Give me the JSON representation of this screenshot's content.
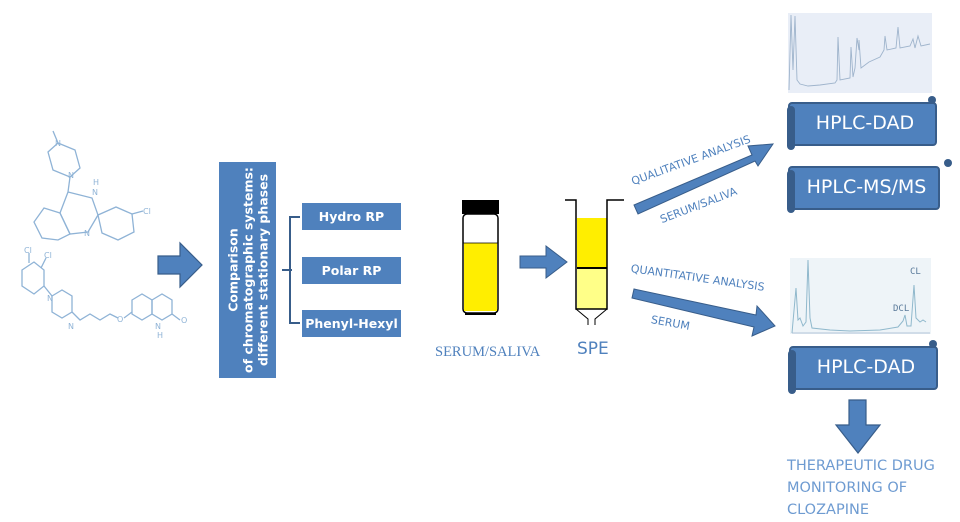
{
  "diagram": {
    "title": "Chromatographic determination of clozapine workflow",
    "colors": {
      "primary": "#4f81bd",
      "primary_dark": "#385d8a",
      "molecule": "#7fa8cf",
      "yellow": "#ffee00",
      "yellow_light": "#ffff88",
      "chromatogram_bg": "#e9eef7",
      "tdm_text": "#6e9bd1"
    },
    "molecules": [
      {
        "name": "clozapine",
        "atoms": [
          "N",
          "N",
          "H",
          "N",
          "N",
          "Cl"
        ]
      },
      {
        "name": "aripiprazole",
        "atoms": [
          "Cl",
          "Cl",
          "N",
          "N",
          "O",
          "N",
          "H",
          "O"
        ]
      }
    ],
    "comparison": {
      "lines": [
        "Comparison",
        "of chromatographic systems:",
        "different stationary phases"
      ]
    },
    "stationary_phases": [
      "Hydro RP",
      "Polar RP",
      "Phenyl-Hexyl"
    ],
    "sample": {
      "label": "SERUM/SALIVA"
    },
    "extraction": {
      "label": "SPE"
    },
    "qualitative": {
      "label": "QUALITATIVE ANALYSIS",
      "matrix": "SERUM/SALIVA",
      "methods": [
        "HPLC-DAD",
        "HPLC-MS/MS"
      ]
    },
    "quantitative": {
      "label": "QUANTITATIVE ANALYSIS",
      "matrix": "SERUM",
      "method": "HPLC-DAD",
      "peaks": [
        "DCL",
        "CL"
      ]
    },
    "outcome": {
      "lines": [
        "THERAPEUTIC DRUG",
        "MONITORING OF",
        "CLOZAPINE"
      ]
    }
  }
}
